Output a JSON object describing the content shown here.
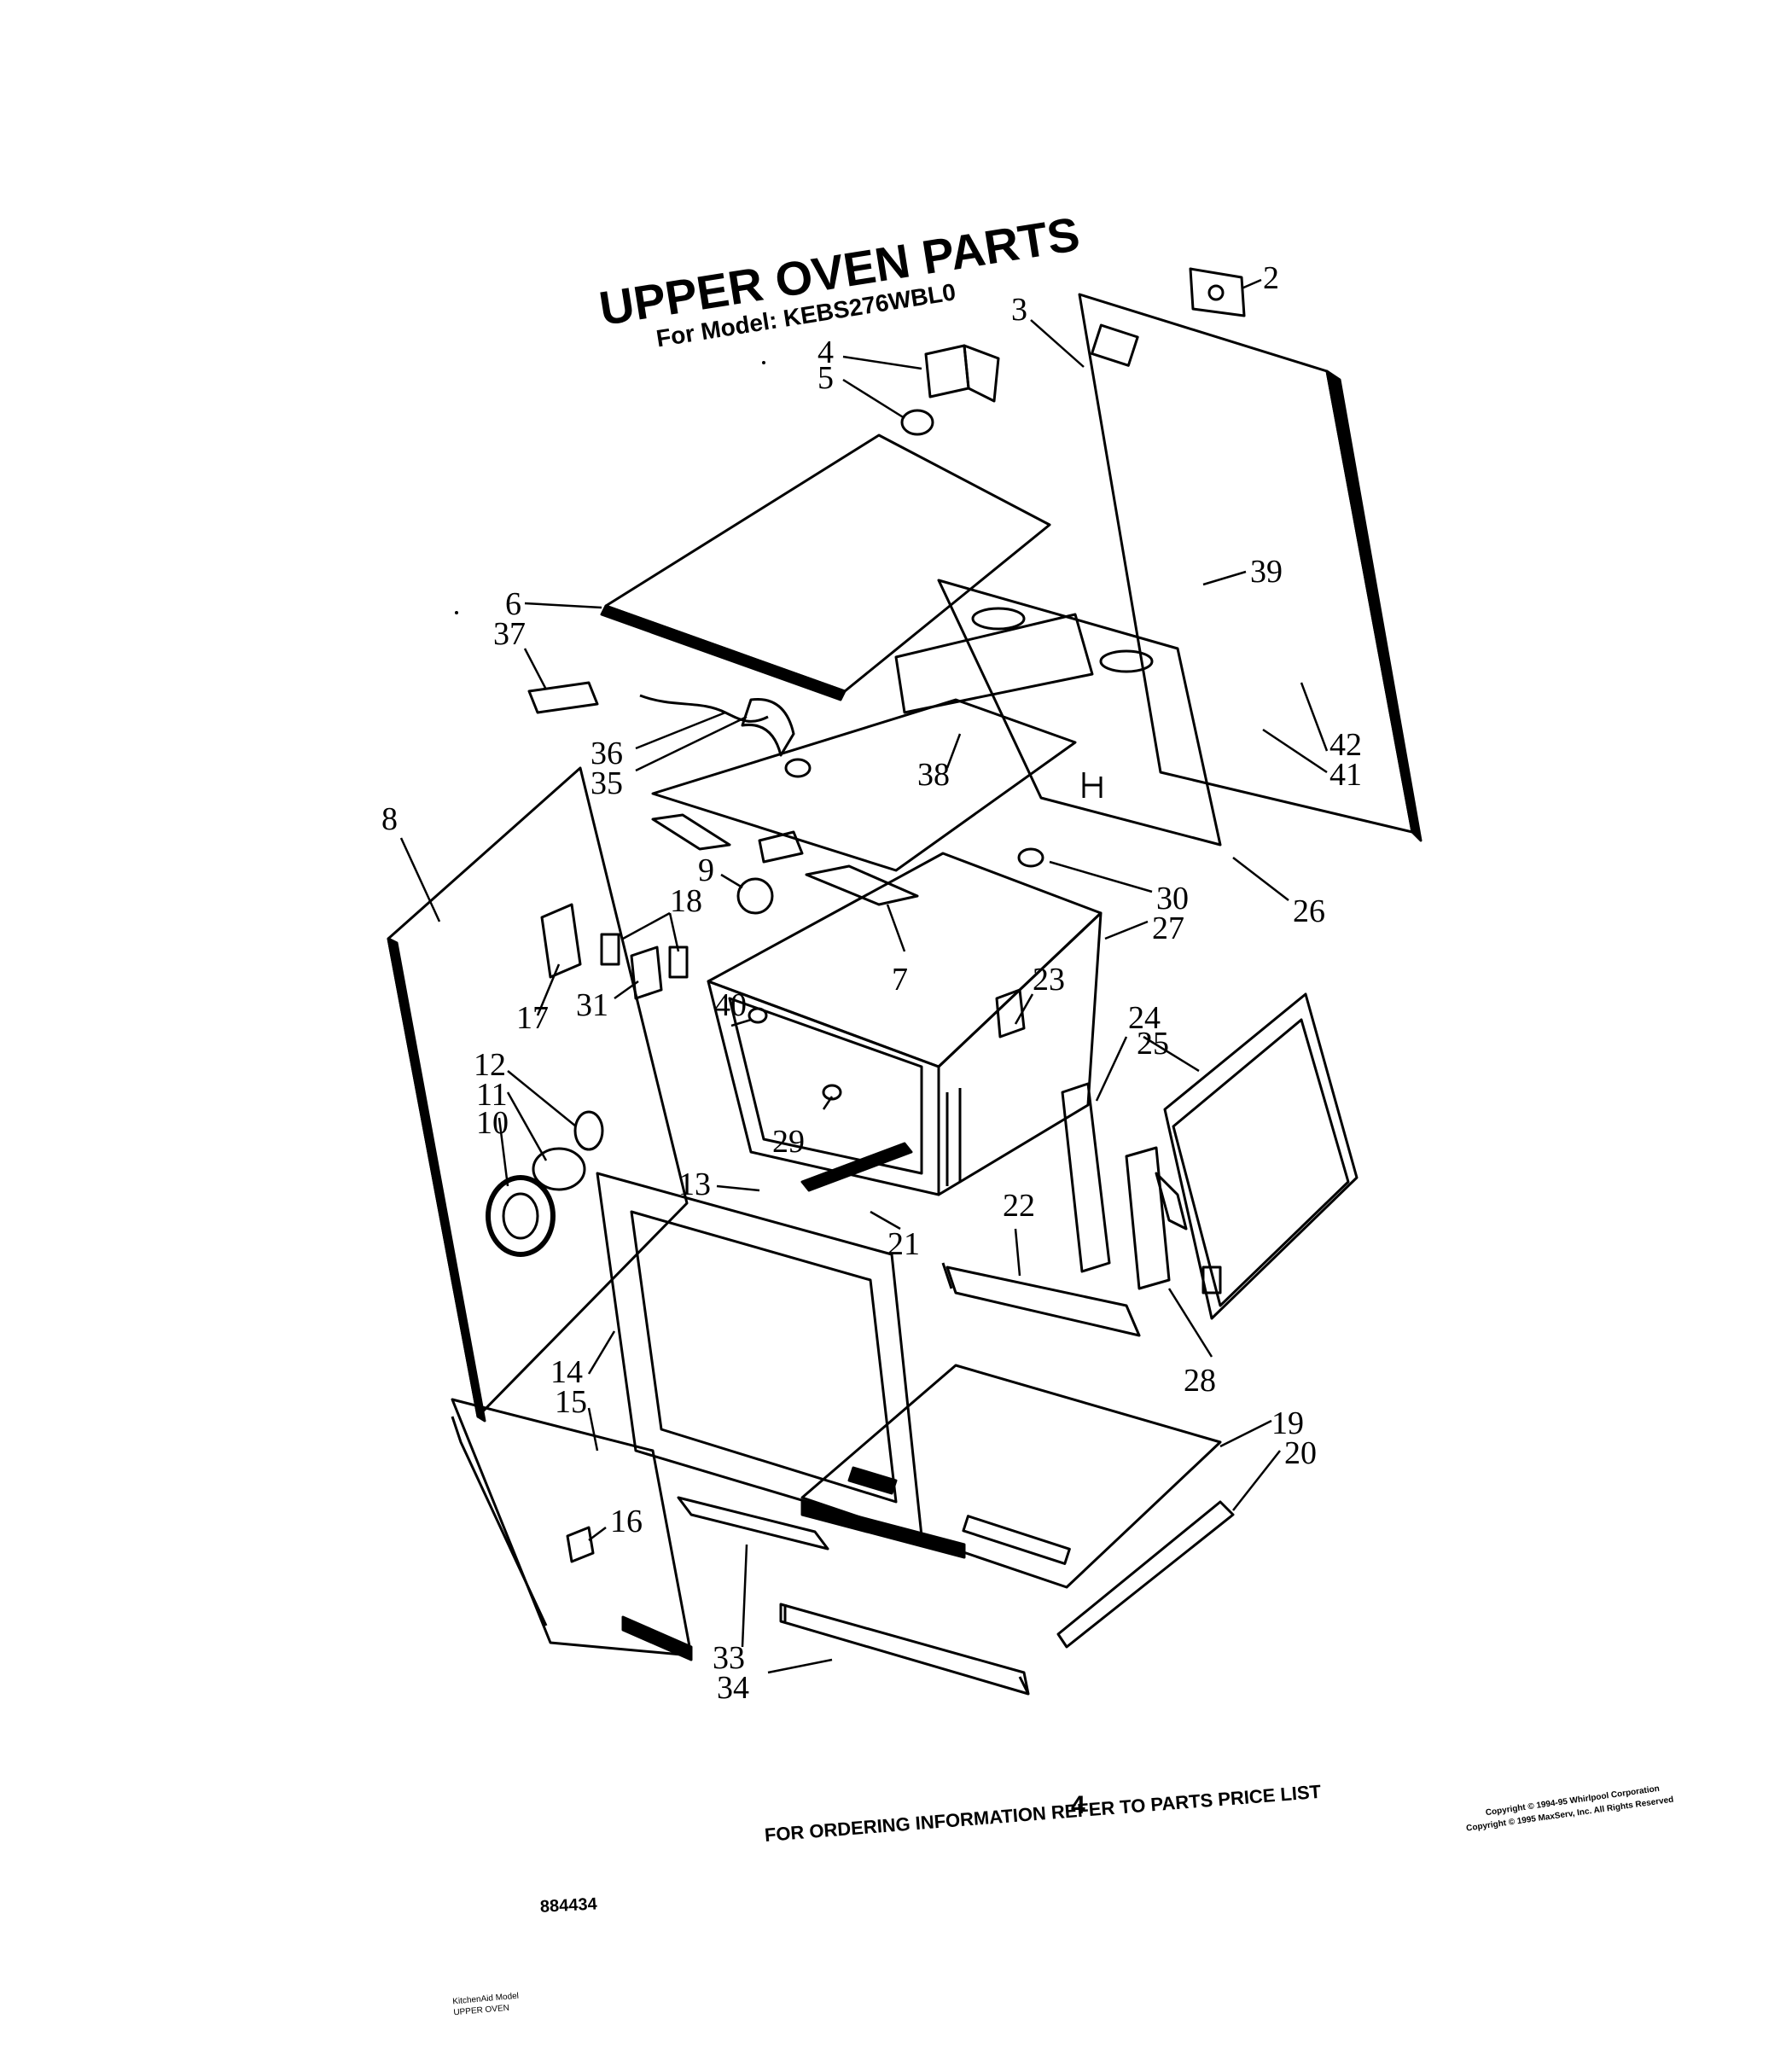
{
  "header": {
    "title": "UPPER OVEN PARTS",
    "subtitle": "For Model: KEBS276WBL0"
  },
  "parts": [
    "2",
    "3",
    "4",
    "5",
    "6",
    "37",
    "36",
    "35",
    "8",
    "9",
    "18",
    "17",
    "31",
    "12",
    "11",
    "10",
    "13",
    "14",
    "15",
    "16",
    "33",
    "34",
    "19",
    "20",
    "21",
    "22",
    "23",
    "24",
    "25",
    "26",
    "27",
    "28",
    "29",
    "30",
    "38",
    "39",
    "40",
    "41",
    "42",
    "7"
  ],
  "footer": {
    "ordering": "FOR ORDERING INFORMATION REFER TO PARTS PRICE LIST",
    "page_number": "4",
    "copyright_1": "Copyright © 1994-95 Whirlpool Corporation",
    "copyright_2": "Copyright © 1995 MaxServ, Inc.  All Rights Reserved",
    "doc_number": "884434",
    "brand_model": "KitchenAid Model",
    "section": "UPPER OVEN"
  }
}
